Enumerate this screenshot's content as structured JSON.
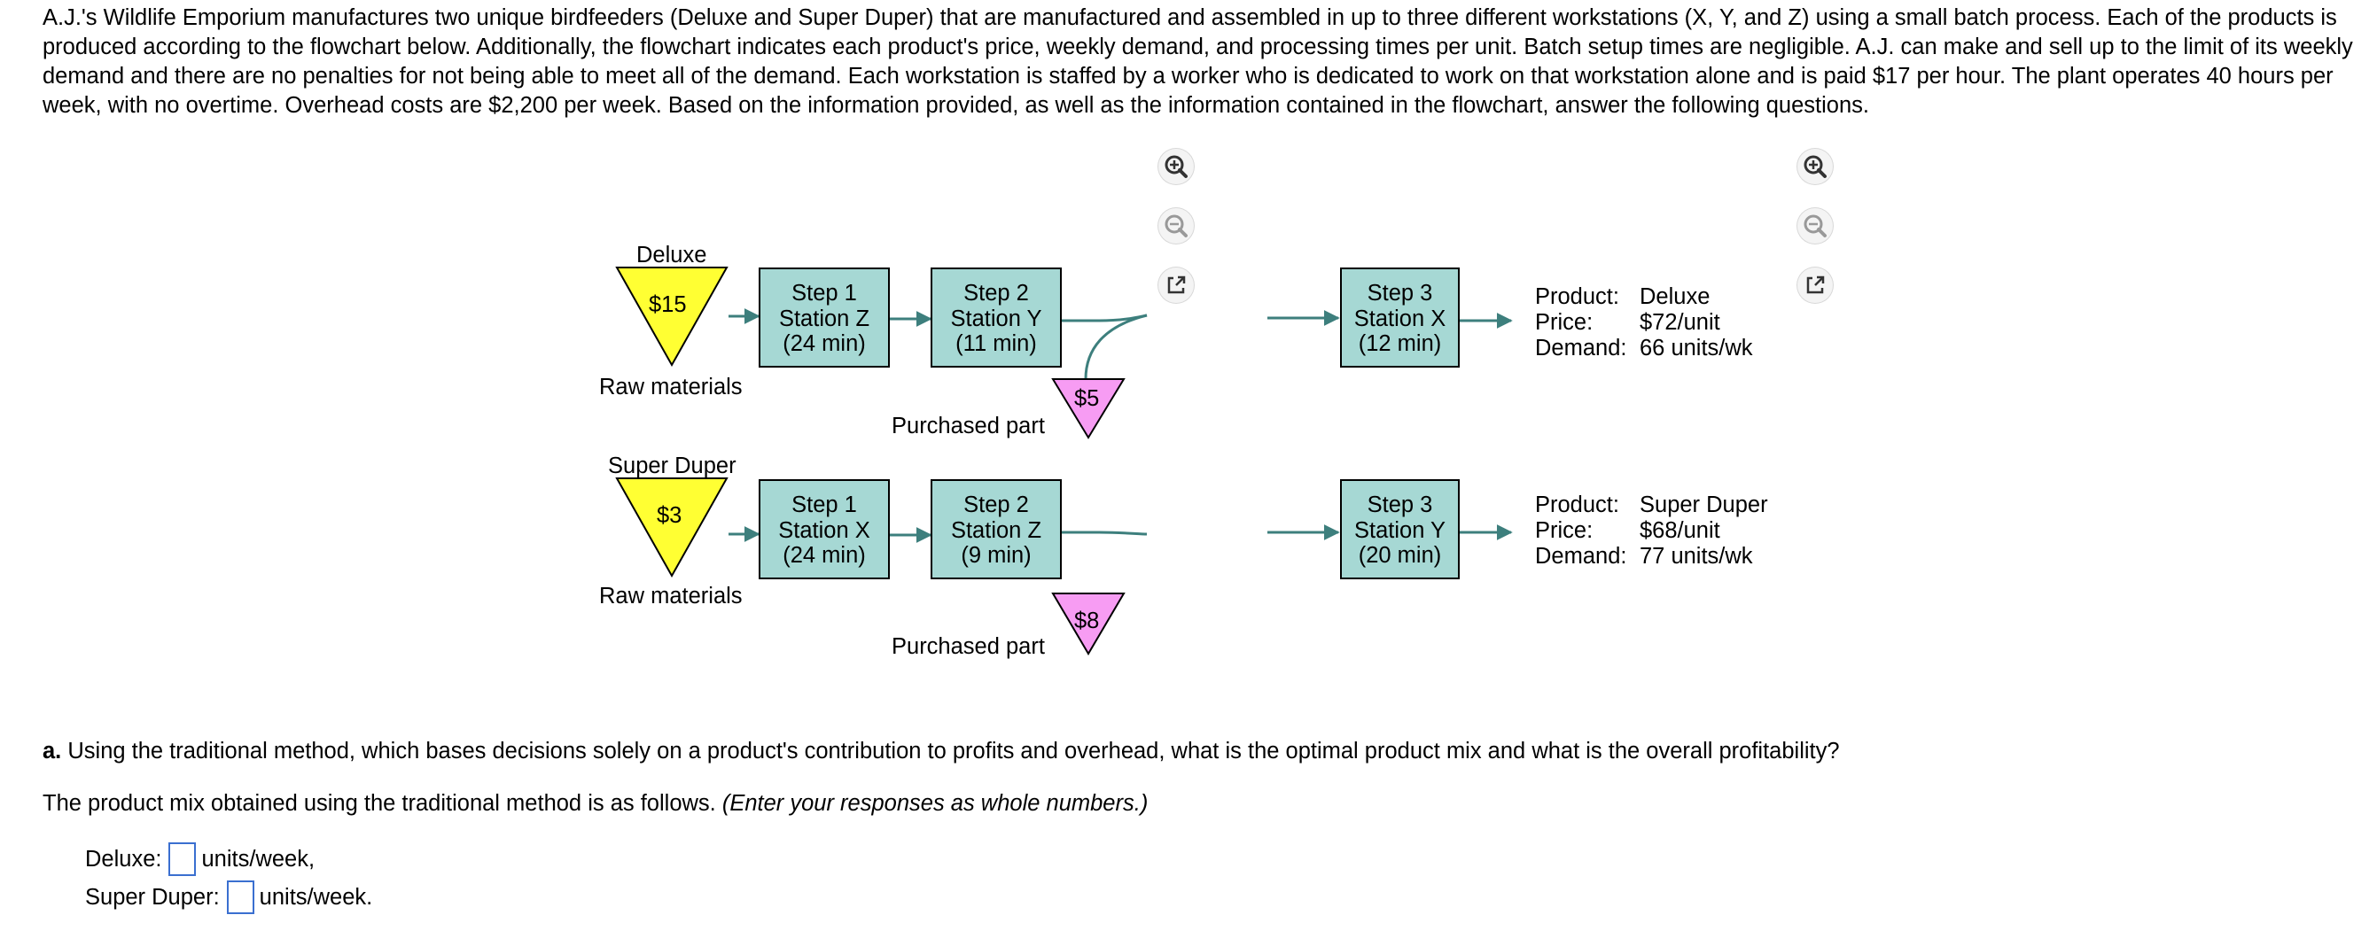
{
  "intro": "A.J.'s Wildlife Emporium manufactures two unique birdfeeders (Deluxe and Super Duper) that are manufactured and assembled in up to three different workstations (X, Y, and Z) using a small batch process. Each of the products is produced according to the flowchart below. Additionally, the flowchart indicates each product's price, weekly demand, and processing times per unit. Batch setup times are negligible. A.J. can make and sell up to the limit of its weekly demand and there are no penalties for not being able to meet all of the demand. Each workstation is staffed by a worker who is dedicated to work on that workstation alone and is paid $17 per hour. The plant operates 40 hours per week, with no overtime. Overhead costs are $2,200 per week. Based on the information provided, as well as the information contained in the flowchart, answer the following questions.",
  "colors": {
    "raw_material": "#ffff33",
    "purchased_part": "#f79cf3",
    "station": "#a6d8d4",
    "arrow": "#3d7f7d",
    "answer_border": "#3a6fd0"
  },
  "icons": [
    "zoom-in-icon",
    "zoom-out-icon",
    "open-in-new-window-icon"
  ],
  "deluxe": {
    "name": "Deluxe",
    "raw_cost": "$15",
    "raw_label": "Raw materials",
    "step1": {
      "line1": "Step 1",
      "line2": "Station Z",
      "line3": "(24 min)"
    },
    "step2": {
      "line1": "Step 2",
      "line2": "Station Y",
      "line3": "(11 min)"
    },
    "purchased_cost": "$5",
    "purchased_label": "Purchased part",
    "step3": {
      "line1": "Step 3",
      "line2": "Station X",
      "line3": "(12 min)"
    },
    "product_key": "Product:",
    "product_val": "Deluxe",
    "price_key": "Price:",
    "price_val": "$72/unit",
    "demand_key": "Demand:",
    "demand_val": "66 units/wk"
  },
  "superduper": {
    "name": "Super Duper",
    "raw_cost": "$3",
    "raw_label": "Raw materials",
    "step1": {
      "line1": "Step 1",
      "line2": "Station X",
      "line3": "(24 min)"
    },
    "step2": {
      "line1": "Step 2",
      "line2": "Station Z",
      "line3": "(9 min)"
    },
    "purchased_cost": "$8",
    "purchased_label": "Purchased part",
    "step3": {
      "line1": "Step 3",
      "line2": "Station Y",
      "line3": "(20 min)"
    },
    "product_key": "Product:",
    "product_val": "Super Duper",
    "price_key": "Price:",
    "price_val": "$68/unit",
    "demand_key": "Demand:",
    "demand_val": "77 units/wk"
  },
  "question": {
    "letter": "a.",
    "text": " Using the traditional method, which bases decisions solely on a product's contribution to profits and overhead, what is the optimal product mix and what is the overall profitability?"
  },
  "instruction": {
    "text": "The product mix obtained using the traditional method is as follows. ",
    "italic": "(Enter your responses as whole numbers.)"
  },
  "answers": {
    "deluxe_label": "Deluxe:",
    "deluxe_unit": "units/week,",
    "deluxe_value": "",
    "superduper_label": "Super Duper:",
    "superduper_unit": "units/week.",
    "superduper_value": ""
  }
}
